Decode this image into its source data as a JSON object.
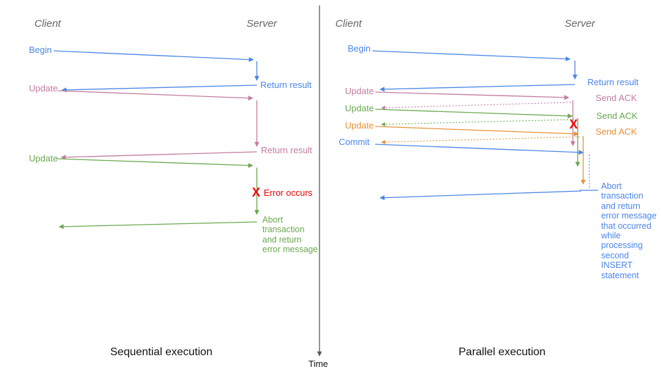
{
  "colors": {
    "blue": "#4a86e8",
    "pink": "#c27ba0",
    "green": "#6aa84f",
    "orange": "#e69138",
    "red": "#ee0000",
    "header_gray": "#666666",
    "axis": "#595959",
    "caption": "#111111"
  },
  "headers": {
    "client": "Client",
    "server": "Server"
  },
  "time_label": "Time",
  "left": {
    "caption": "Sequential execution",
    "begin": "Begin",
    "update1": "Update",
    "update2": "Update",
    "return_result1": "Return result",
    "return_result2": "Return result",
    "error_x": "X",
    "error_label": "Error occurs",
    "abort_note": "Abort\ntransaction\nand return\nerror message"
  },
  "right": {
    "caption": "Parallel execution",
    "begin": "Begin",
    "update1": "Update",
    "update2": "Update",
    "update3": "Update",
    "commit": "Commit",
    "return_result": "Return result",
    "ack1": "Send ACK",
    "ack2": "Send ACK",
    "ack3": "Send ACK",
    "error_x": "X",
    "abort_note": "Abort\ntransaction\nand return\nerror message\nthat occurred\nwhile\nprocessing\nsecond\nINSERT\nstatement"
  }
}
